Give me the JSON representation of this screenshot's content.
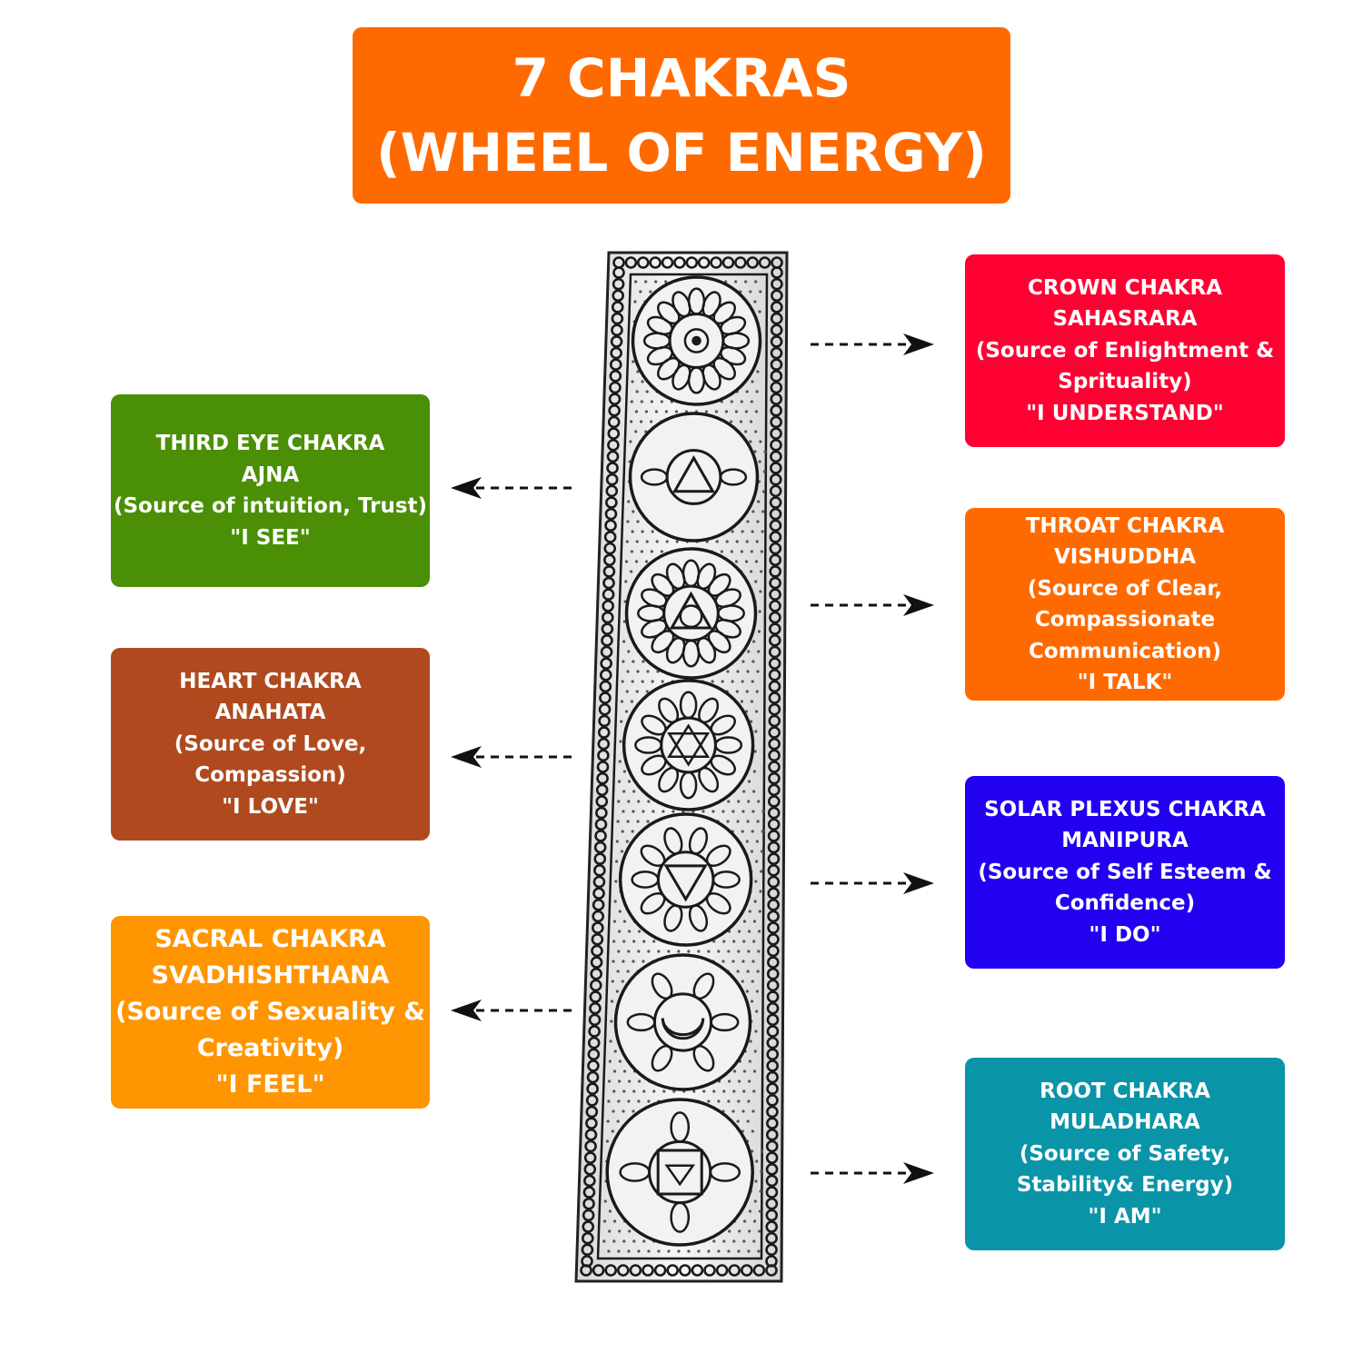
{
  "title": {
    "line1": "7 CHAKRAS",
    "line2": "(WHEEL OF ENERGY)"
  },
  "colors": {
    "title": "#ff6a00",
    "crown": "#ff0033",
    "third_eye": "#4a8f06",
    "throat": "#ff6a00",
    "heart": "#b04a1e",
    "solar_plexus": "#2200f0",
    "sacral": "#ff9500",
    "root": "#0a94a8",
    "arrow": "#111111"
  },
  "chakras": {
    "crown": {
      "name": "CROWN CHAKRA",
      "sanskrit": "SAHASRARA",
      "source": [
        "(Source of Enlightment &",
        "Sprituality)"
      ],
      "affirmation": "\"I UNDERSTAND\""
    },
    "third_eye": {
      "name": "THIRD EYE CHAKRA",
      "sanskrit": "AJNA",
      "source": [
        "(Source of intuition, Trust)"
      ],
      "affirmation": "\"I SEE\""
    },
    "throat": {
      "name": "THROAT CHAKRA",
      "sanskrit": "VISHUDDHA",
      "source": [
        "(Source of Clear,",
        "Compassionate",
        "Communication)"
      ],
      "affirmation": "\"I TALK\""
    },
    "heart": {
      "name": "HEART CHAKRA",
      "sanskrit": "ANAHATA",
      "source": [
        "(Source of Love,",
        "Compassion)"
      ],
      "affirmation": "\"I LOVE\""
    },
    "solar_plexus": {
      "name": "SOLAR PLEXUS CHAKRA",
      "sanskrit": "MANIPURA",
      "source": [
        "(Source of Self Esteem &",
        "Confidence)"
      ],
      "affirmation": "\"I DO\""
    },
    "sacral": {
      "name": "SACRAL CHAKRA",
      "sanskrit": "SVADHISHTHANA",
      "source": [
        "(Source of Sexuality &",
        "Creativity)"
      ],
      "affirmation": "\"I FEEL\""
    },
    "root": {
      "name": "ROOT CHAKRA",
      "sanskrit": "MULADHARA",
      "source": [
        "(Source of Safety,",
        "Stability& Energy)"
      ],
      "affirmation": "\"I AM\""
    }
  },
  "symbols": [
    "lotus-flower-icon",
    "ajna-triangle-icon",
    "vishuddha-circle-triangle-icon",
    "anahata-hexagram-icon",
    "manipura-down-triangle-icon",
    "svadhishthana-crescent-icon",
    "muladhara-square-icon"
  ]
}
